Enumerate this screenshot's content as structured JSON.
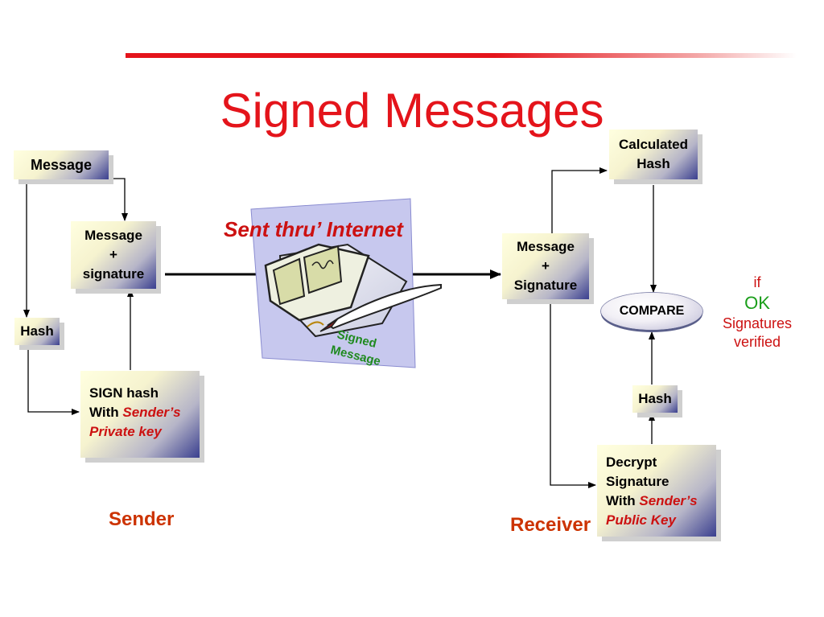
{
  "title": "Signed Messages",
  "sent_label": "Sent thru’ Internet",
  "clipart": {
    "caption_line1": "Signed",
    "caption_line2": "Message"
  },
  "sender": {
    "message_box": "Message",
    "message_signature_box": {
      "line1": "Message",
      "line2": "+",
      "line3": "signature"
    },
    "hash_box": "Hash",
    "sign_box": {
      "line1": "SIGN hash",
      "line2_prefix": "With ",
      "line2_highlight": "Sender’s",
      "line3": "Private key"
    },
    "role_label": "Sender"
  },
  "receiver": {
    "message_signature_box": {
      "line1": "Message",
      "line2": "+",
      "line3": "Signature"
    },
    "calculated_hash_box": {
      "line1": "Calculated",
      "line2": "Hash"
    },
    "compare_label": "COMPARE",
    "hash_box": "Hash",
    "decrypt_box": {
      "line1": "Decrypt",
      "line2": "Signature",
      "line3_prefix": "With ",
      "line3_highlight": "Sender’s",
      "line4": "Public Key"
    },
    "role_label": "Receiver"
  },
  "verdict": {
    "line1": "if",
    "line2": "OK",
    "line3": "Signatures",
    "line4": "verified"
  },
  "colors": {
    "title": "#e4141b",
    "role_label": "#cc3300",
    "ok": "#1a9e1a",
    "box_dark": "#3a3f8f"
  }
}
